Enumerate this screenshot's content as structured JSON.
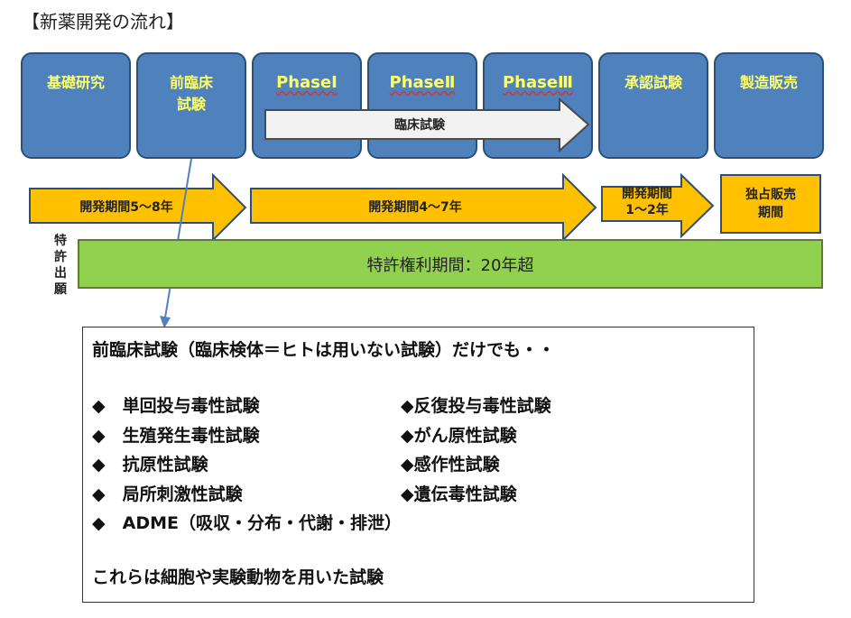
{
  "title": "【新薬開発の流れ】",
  "phases": [
    {
      "line1": "基礎研究",
      "line2": ""
    },
    {
      "line1": "前臨床",
      "line2": "試験"
    },
    {
      "line1": "PhaseⅠ",
      "line2": ""
    },
    {
      "line1": "PhaseⅡ",
      "line2": ""
    },
    {
      "line1": "PhaseⅢ",
      "line2": ""
    },
    {
      "line1": "承認試験",
      "line2": ""
    },
    {
      "line1": "製造販売",
      "line2": ""
    }
  ],
  "clinical_arrow_label": "臨床試験",
  "dev_periods": [
    {
      "label": "開発期間5～8年"
    },
    {
      "label": "開発期間4～7年"
    },
    {
      "line1": "開発期間",
      "line2": "1～2年"
    }
  ],
  "exclusive_sale": {
    "line1": "独占販売",
    "line2": "期間"
  },
  "patent": {
    "side_label": [
      "特",
      "許",
      "出",
      "願"
    ],
    "bar_label": "特許権利期間：20年超"
  },
  "preclinical_box": {
    "heading": "前臨床試験（臨床検体＝ヒトは用いない試験）だけでも・・",
    "left_items": [
      "◆　単回投与毒性試験",
      "◆　生殖発生毒性試験",
      "◆　抗原性試験",
      "◆　局所刺激性試験",
      "◆　ADME（吸収・分布・代謝・排泄）"
    ],
    "right_items": [
      "◆反復投与毒性試験",
      "◆がん原性試験",
      "◆感作性試験",
      "◆遺伝毒性試験"
    ],
    "footer": "これらは細胞や実験動物を用いた試験"
  },
  "colors": {
    "phase_fill": "#4f81bd",
    "phase_text": "#ffff66",
    "dev_arrow_fill": "#ffc000",
    "patent_fill": "#92d050",
    "connector": "#4f81bd"
  }
}
